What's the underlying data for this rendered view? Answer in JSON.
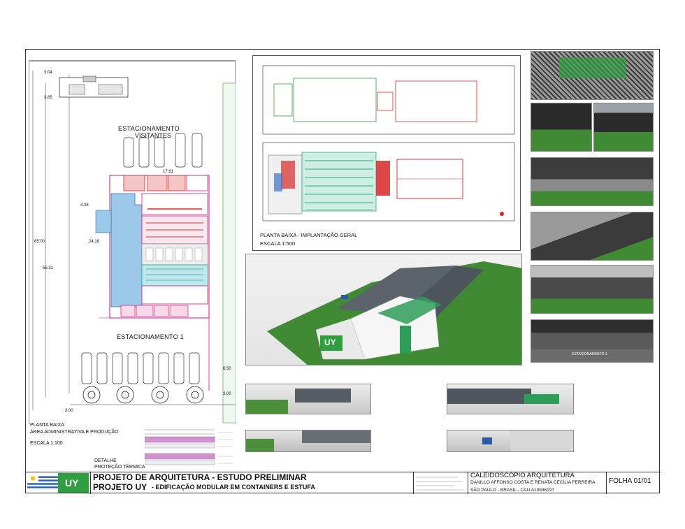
{
  "plan": {
    "label_visitor_parking_l1": "ESTACIONAMENTO",
    "label_visitor_parking_l2": "VISITANTES",
    "label_parking1": "ESTACIONAMENTO  1",
    "dim_top_a": "3.04",
    "dim_top_b": "3.85",
    "dim_width": "17.61",
    "dim_side_a": "4.38",
    "dim_side_b": "24.19",
    "dim_total_a": "65.00",
    "dim_total_b": "56.31",
    "dim_bottom_a": "6.50",
    "dim_bottom_b": "3.00",
    "dim_bottom_c": "3.00",
    "caption_title": "PLANTA BAIXA",
    "caption_sub": "ÁREA ADMINISTRATIVA E PRODUÇÃO",
    "caption_scale": "ESCALA 1:100",
    "detail_l1": "DETALHE",
    "detail_l2": "PROTEÇÃO TÉRMICA"
  },
  "site": {
    "caption_l1": "PLANTA BAIXA - IMPLANTAÇÃO GERAL",
    "caption_l2": "ESCALA 1:500"
  },
  "render": {
    "brand_sign": "UY",
    "parking_sign": "ESTACIONAMENTO 1"
  },
  "title_block": {
    "flag": "uruguay-flag",
    "logo_text": "UY",
    "line1": "PROJETO DE ARQUITETURA - ESTUDO PRELIMINAR",
    "line2_main": "PROJETO UY",
    "line2_sub": "- EDIFICAÇÃO MODULAR EM CONTAINERS E ESTUFA",
    "firm": "CALEIDOSCÓPIO ARQUITETURA",
    "authors": "DANILLO AFFONSO COSTA E RENATA CECÍLIA FERREIRA",
    "location": "SÃO PAULO - BRASIL - CAU A10936197",
    "sheet": "FOLHA 01/01"
  },
  "colors": {
    "brand_green": "#2e9e3f",
    "grass": "#3f8a32",
    "roof_green": "#2f9d5a",
    "admin_blue": "#8fc3e6",
    "red_rooms": "#d62828",
    "magenta_lines": "#c2188c",
    "teal_rows": "#2aa98b"
  }
}
